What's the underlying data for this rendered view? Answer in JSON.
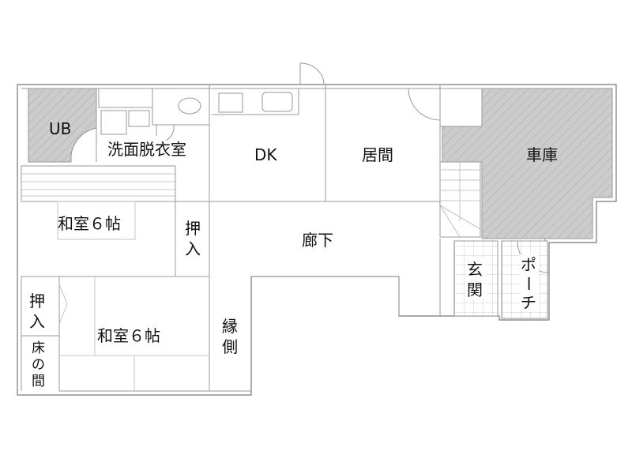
{
  "plan": {
    "rooms": {
      "ub": "UB",
      "washroom": "洗面脱衣室",
      "dk": "DK",
      "living": "居間",
      "garage": "車庫",
      "washitsu_upper": "和室６帖",
      "closet_upper": [
        "押",
        "入"
      ],
      "hallway": "廊下",
      "entrance": [
        "玄",
        "関"
      ],
      "porch": [
        "ポ",
        "ー",
        "チ"
      ],
      "closet_lower": [
        "押",
        "入"
      ],
      "tokonoma": [
        "床",
        "の",
        "間"
      ],
      "washitsu_lower": "和室６帖",
      "engawa": [
        "縁",
        "側"
      ]
    },
    "colors": {
      "hatch_fill": "#cccccc",
      "wall": "#9a9a9a"
    }
  }
}
